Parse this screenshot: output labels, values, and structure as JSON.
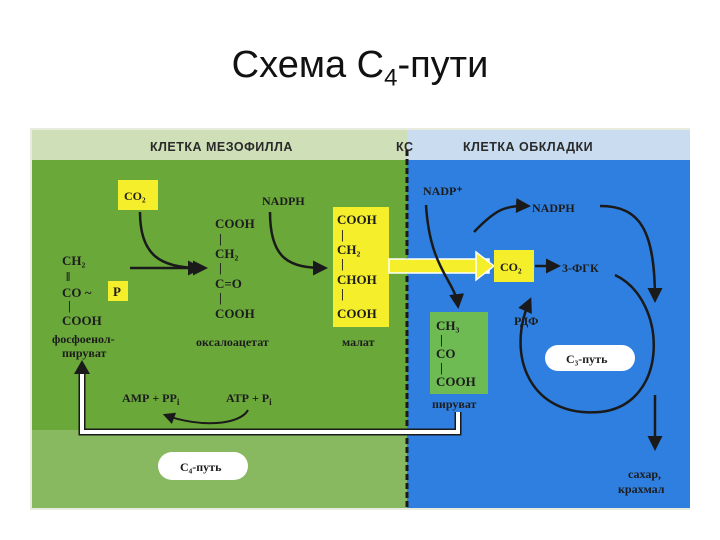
{
  "title": {
    "main": "Схема С",
    "sub": "4",
    "rest": "-пути"
  },
  "colors": {
    "mesophyll": "#6aa83a",
    "bundle_sheath": "#2f7fe0",
    "highlight": "#f4ef2a",
    "pyruvate_box": "#6dbb52",
    "arrow": "#1a1a1a",
    "pipe": "#ffffff"
  },
  "diagram": {
    "header_mesophyll": "КЛЕТКА МЕЗОФИЛЛА",
    "header_ks": "КС",
    "header_sheath": "КЛЕТКА ОБКЛАДКИ",
    "co2_left": "CO₂",
    "nadph_left": "NADPH",
    "pep": {
      "ch2": "CH₂",
      "dbl": "‖",
      "co": "CO ~",
      "p": "P",
      "bar": "|",
      "cooh": "COOH",
      "name1": "фосфоенол-",
      "name2": "пируват"
    },
    "oxaloacetate": {
      "cooh": "COOH",
      "bar1": "|",
      "ch2": "CH₂",
      "bar2": "|",
      "co": "C=O",
      "bar3": "|",
      "cooh2": "COOH",
      "name": "оксалоацетат"
    },
    "malate": {
      "cooh": "COOH",
      "bar1": "|",
      "ch2": "CH₂",
      "bar2": "|",
      "chon": "CHOH",
      "bar3": "|",
      "cooh2": "COOH",
      "name": "малат"
    },
    "nadp_plus": "NADP⁺",
    "nadph_right": "NADPH",
    "co2_right": "CO₂",
    "fgk": "3-ФГК",
    "rdf": "РДФ",
    "c3_path": "С₃-путь",
    "pyruvate": {
      "ch3": "CH₃",
      "bar1": "|",
      "co": "CO",
      "bar2": "|",
      "cooh": "COOH",
      "name": "пируват"
    },
    "amp": "АМР + РР",
    "amp_sub": "i",
    "atp": "АТР + Р",
    "atp_sub": "i",
    "c4_path": "С₄-путь",
    "sugar": "сахар,",
    "starch": "крахмал"
  }
}
